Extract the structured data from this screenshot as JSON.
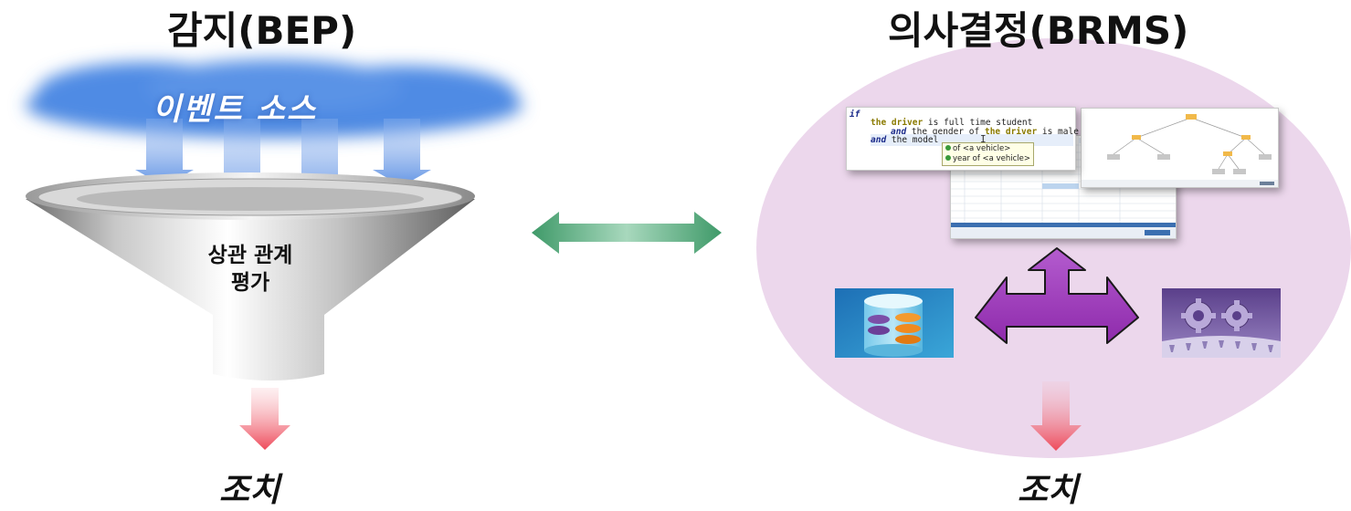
{
  "left": {
    "title": "감지(BEP)",
    "cloud_label": "이벤트 소스",
    "funnel_label_line1": "상관 관계",
    "funnel_label_line2": "평가",
    "action": "조치"
  },
  "right": {
    "title": "의사결정(BRMS)",
    "action": "조치",
    "code": {
      "line1_kw": "if",
      "line2_a": "the driver",
      "line2_b": " is full time student",
      "line3_a": "and",
      "line3_b": " the gender of ",
      "line3_c": "the driver",
      "line3_d": " is male",
      "line4_a": "and",
      "line4_b": " the model",
      "popup_item1": "of <a vehicle>",
      "popup_item2": "year of <a vehicle>"
    }
  },
  "colors": {
    "ellipse": "#ecd7ec",
    "double_arrow": "#3f9a69",
    "purple_arrow": "#a23fbf",
    "down_arrow": "#ee4a5a",
    "cloud": "#4a86e0"
  }
}
